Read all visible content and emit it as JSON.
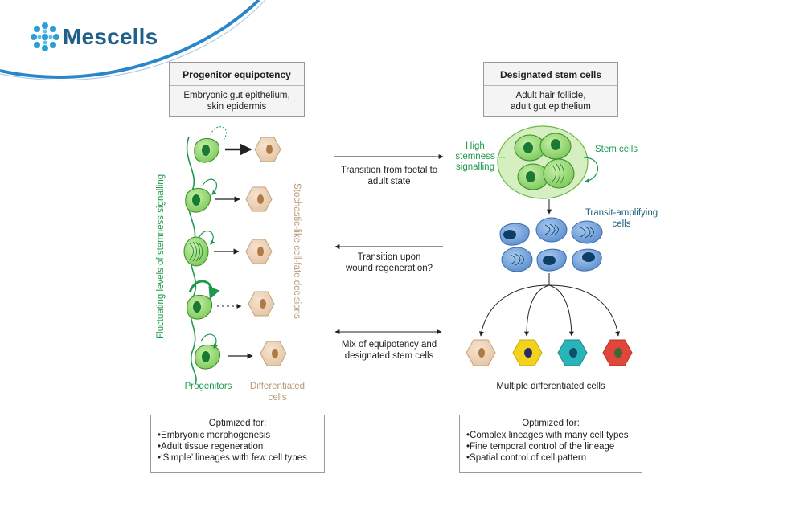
{
  "brand": {
    "name": "Mescells",
    "color": "#1f5f8a"
  },
  "left_header": {
    "title": "Progenitor equipotency",
    "subtitle_line1": "Embryonic gut epithelium,",
    "subtitle_line2": "skin epidermis"
  },
  "right_header": {
    "title": "Designated stem cells",
    "subtitle_line1": "Adult hair follicle,",
    "subtitle_line2": "adult gut epithelium"
  },
  "left_diagram": {
    "vertical_label": "Fluctuating levels of stemness signalling",
    "stochastic_label": "Stochastic-like cell-fate decisions",
    "progenitors_label": "Progenitors",
    "differentiated_line1": "Differentiated",
    "differentiated_line2": "cells"
  },
  "transitions": {
    "t1_line1": "Transition from foetal to",
    "t1_line2": "adult state",
    "t2_line1": "Transition upon",
    "t2_line2": "wound regeneration?",
    "t3_line1": "Mix of equipotency and",
    "t3_line2": "designated stem cells"
  },
  "right_diagram": {
    "high_line1": "High",
    "high_line2": "stemness",
    "high_line3": "signalling",
    "stem_cells_label": "Stem cells",
    "transit_line1": "Transit-amplifying",
    "transit_line2": "cells",
    "multiple_label": "Multiple differentiated cells"
  },
  "left_optimized": {
    "title": "Optimized for:",
    "items": [
      "Embryonic morphogenesis",
      "Adult tissue regeneration",
      "‘Simple’ lineages with few cell types"
    ]
  },
  "right_optimized": {
    "title": "Optimized for:",
    "items": [
      "Complex lineages with many cell types",
      "Fine temporal control of the lineage",
      "Spatial control of cell pattern"
    ]
  },
  "colors": {
    "green": "#1e9a4e",
    "tan": "#b79a73",
    "blue": "#3a78b8",
    "yellow": "#f2d21b",
    "cyan": "#2ab3b8",
    "red": "#e0463a"
  }
}
